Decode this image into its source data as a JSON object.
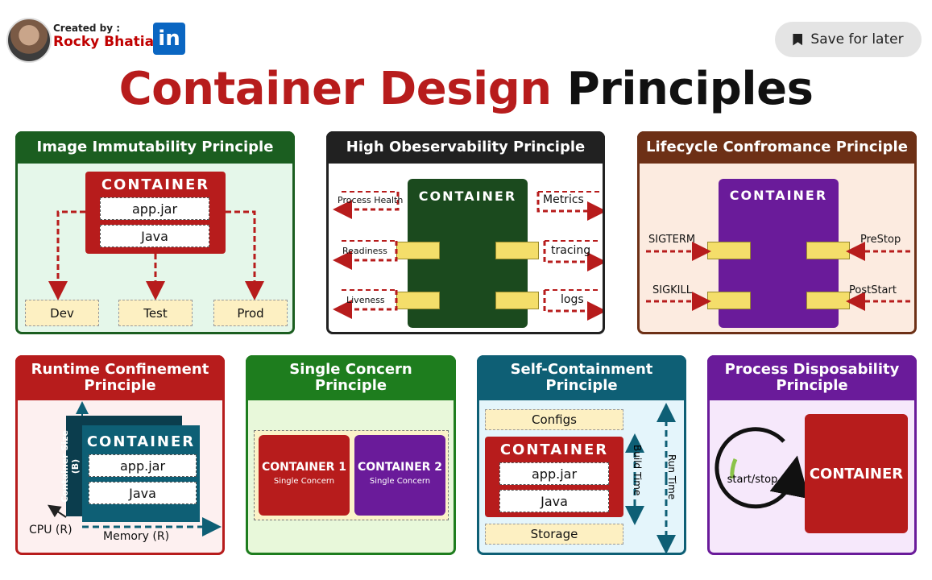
{
  "header": {
    "created_by": "Created by :",
    "author": "Rocky Bhatia",
    "linkedin": "in",
    "save_label": "Save for later",
    "title_part1": "Container Design",
    "title_part2": "Principles"
  },
  "cards": {
    "immutability": {
      "title": "Image Immutability Principle",
      "container": "CONTAINER",
      "layers": [
        "app.jar",
        "Java"
      ],
      "envs": [
        "Dev",
        "Test",
        "Prod"
      ]
    },
    "observability": {
      "title": "High Obeservability Principle",
      "container": "CONTAINER",
      "left": [
        "Process Health",
        "Readiness",
        "Liveness"
      ],
      "right": [
        "Metrics",
        "tracing",
        "logs"
      ]
    },
    "lifecycle": {
      "title": "Lifecycle Confromance Principle",
      "container": "CONTAINER",
      "left": [
        "SIGTERM",
        "SIGKILL"
      ],
      "right": [
        "PreStop",
        "PostStart"
      ]
    },
    "runtime": {
      "title_line1": "Runtime Confinement",
      "title_line2": "Principle",
      "container": "CONTAINER",
      "layers": [
        "app.jar",
        "Java"
      ],
      "size_label": "Container Size (B)",
      "cpu": "CPU (R)",
      "memory": "Memory (R)"
    },
    "single": {
      "title_line1": "Single Concern",
      "title_line2": "Principle",
      "c1": "CONTAINER 1",
      "c2": "CONTAINER 2",
      "sub": "Single Concern"
    },
    "self": {
      "title_line1": "Self-Containment",
      "title_line2": "Principle",
      "configs": "Configs",
      "container": "CONTAINER",
      "layers": [
        "app.jar",
        "Java"
      ],
      "storage": "Storage",
      "build_time": "Build Time",
      "run_time": "Run Time"
    },
    "disposability": {
      "title_line1": "Process Disposability",
      "title_line2": "Principle",
      "cycle": "start/stop",
      "container": "CONTAINER"
    }
  },
  "colors": {
    "red": "#b71c1c",
    "green_dark": "#1b5e20",
    "green_mid": "#1e7d1e",
    "black_head": "#212121",
    "brown": "#6d3016",
    "purple": "#6a1b9a",
    "teal": "#0e5f75",
    "yellow_port": "#f4de6a"
  }
}
